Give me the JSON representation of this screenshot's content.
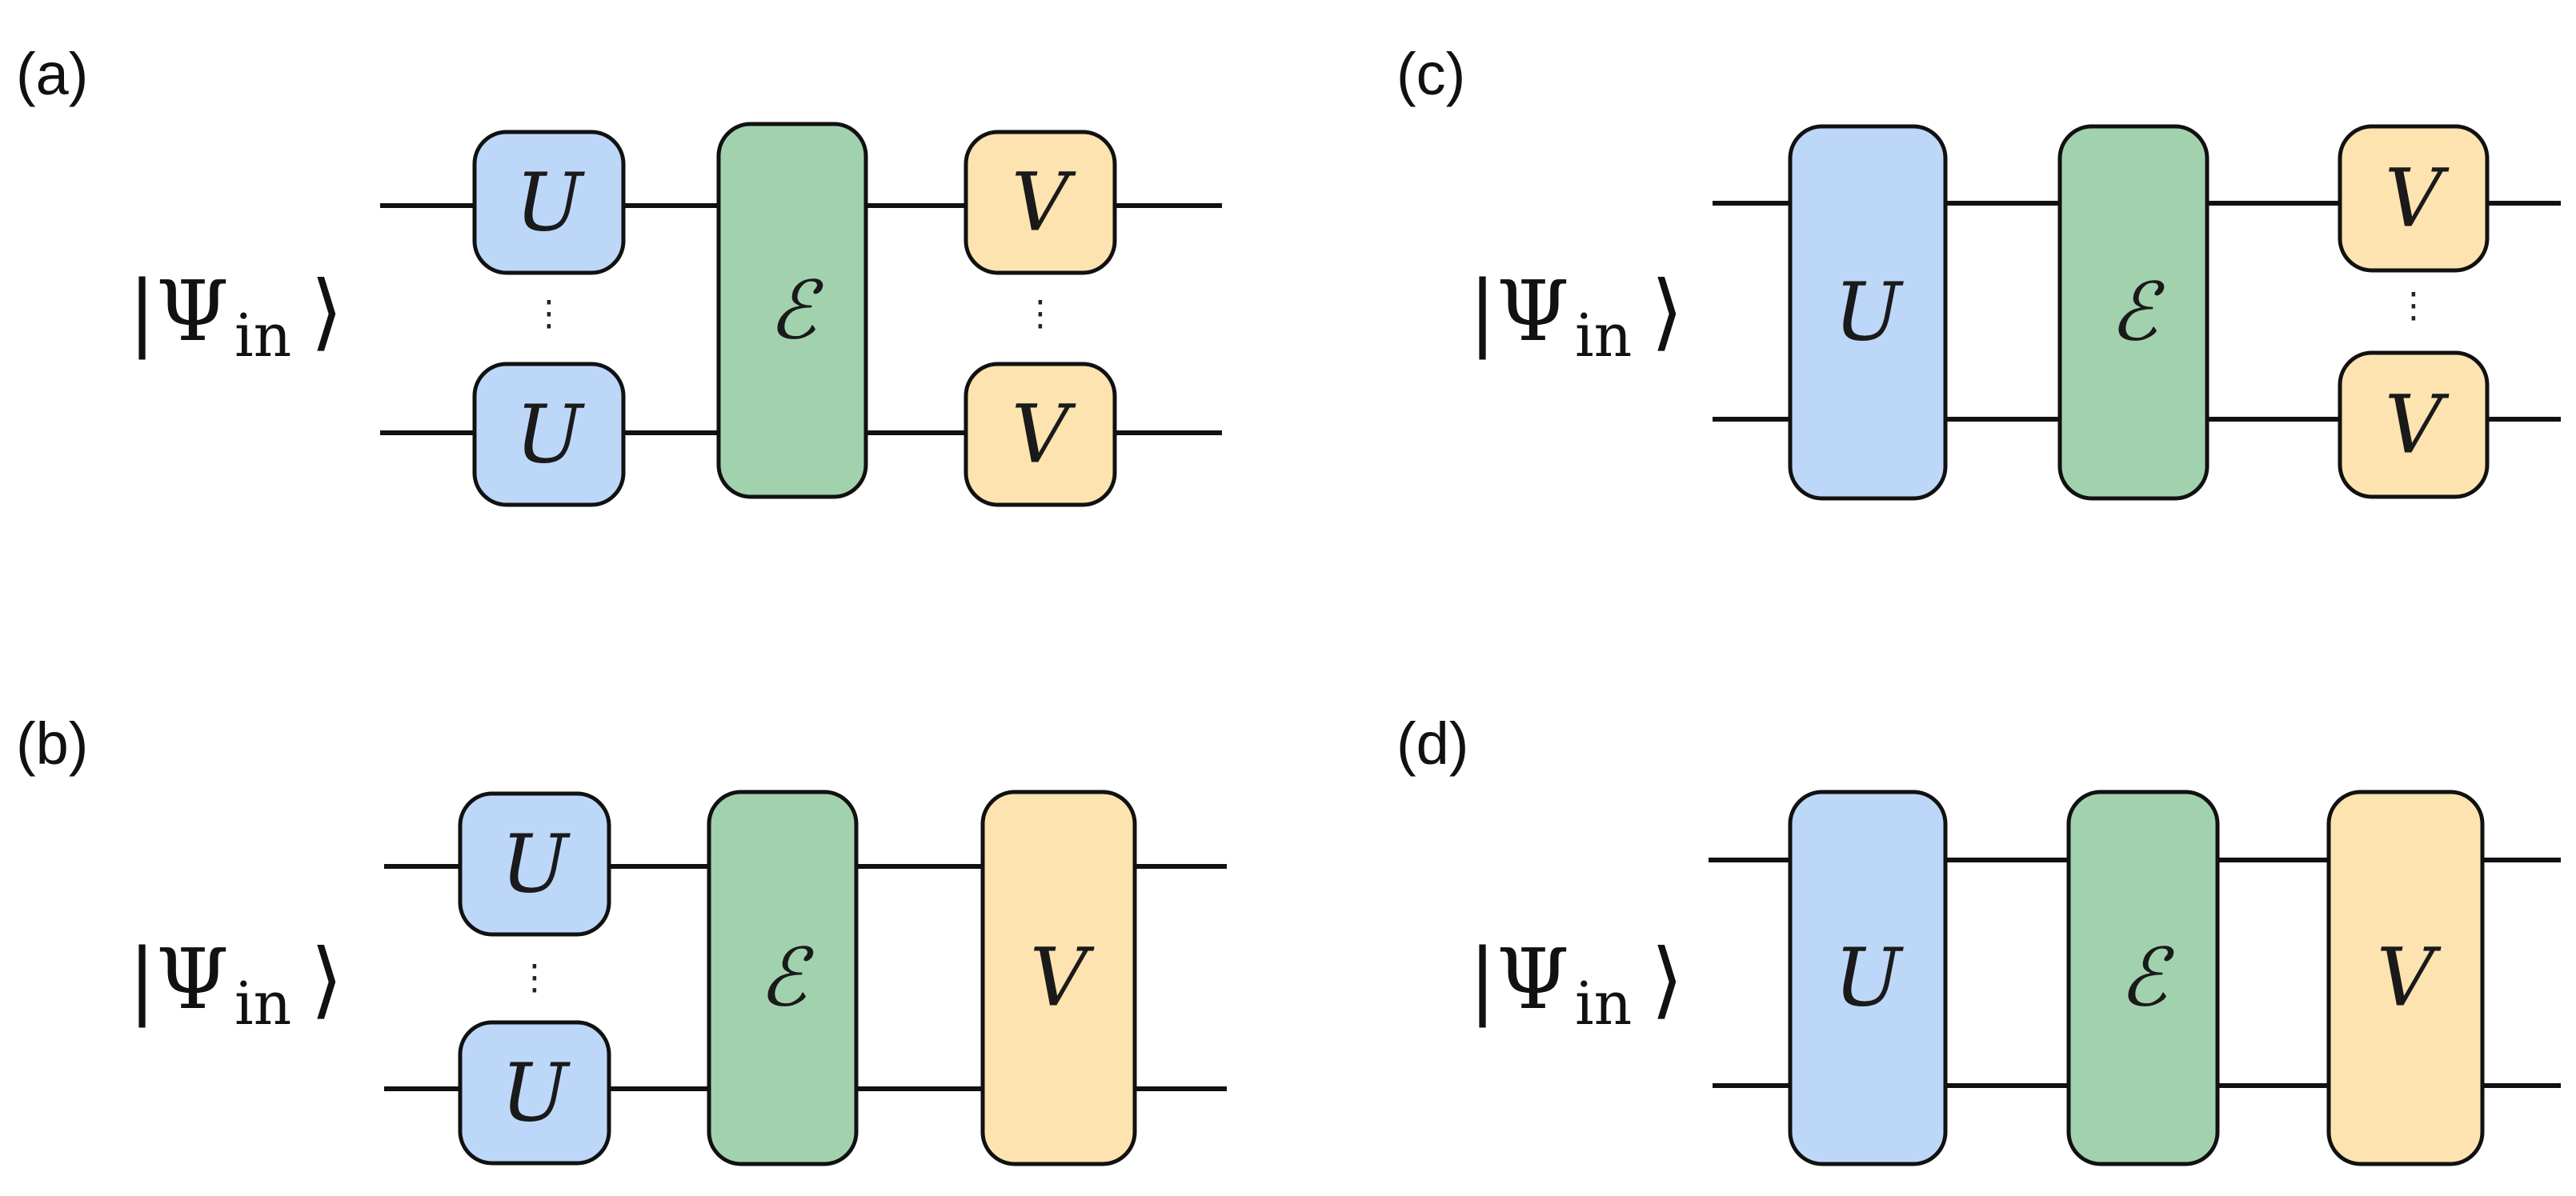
{
  "colors": {
    "U": "#bdd7f8",
    "E": "#a2d1ae",
    "V": "#fce3b0",
    "stroke": "#111111"
  },
  "ket": {
    "main": "|Ψ",
    "subscript": "in",
    "close": "⟩"
  },
  "gate_symbols": {
    "U": "U",
    "E": "ℰ",
    "V": "V"
  },
  "ellipsis": "⋮",
  "panels": [
    {
      "id": "a",
      "label": "(a)",
      "U": "local",
      "V": "local"
    },
    {
      "id": "b",
      "label": "(b)",
      "U": "local",
      "V": "global"
    },
    {
      "id": "c",
      "label": "(c)",
      "U": "global",
      "V": "local"
    },
    {
      "id": "d",
      "label": "(d)",
      "U": "global",
      "V": "global"
    }
  ]
}
